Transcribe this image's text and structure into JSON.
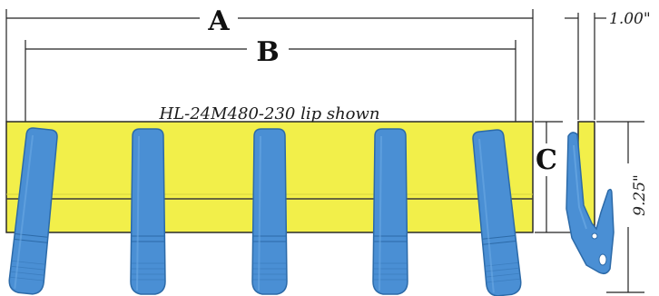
{
  "dimension_labels": {
    "a": "A",
    "b": "B",
    "c": "C",
    "thickness": "1.00\"",
    "height": "9.25\""
  },
  "caption": "HL-24M480-230 lip shown",
  "colors": {
    "lip": "#f2ef4a",
    "tooth": "#4a8fd4",
    "tooth_edge": "#2c6aa8",
    "dimension_line": "#222222"
  }
}
